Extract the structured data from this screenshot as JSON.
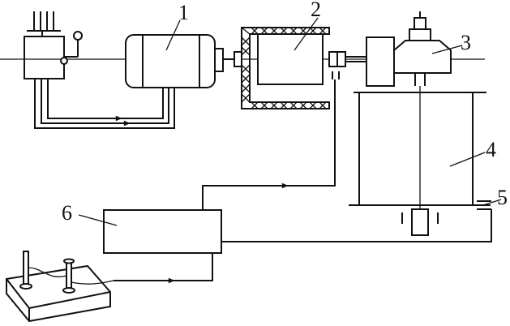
{
  "labels": {
    "l1": "1",
    "l2": "2",
    "l3": "3",
    "l4": "4",
    "l5": "5",
    "l6": "6"
  },
  "colors": {
    "stroke": "#111111",
    "background": "#ffffff"
  }
}
